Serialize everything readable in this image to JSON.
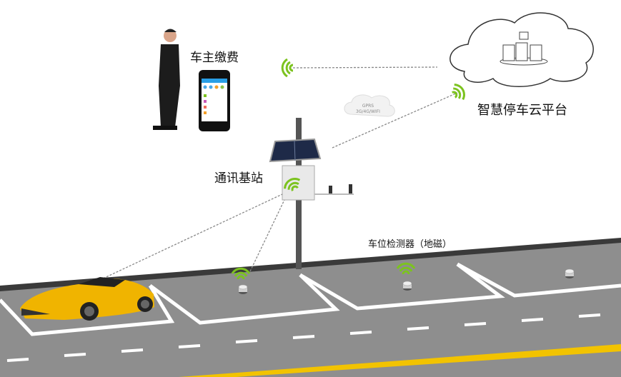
{
  "labels": {
    "owner_payment": "车主缴费",
    "cloud_platform": "智慧停车云平台",
    "base_station": "通讯基站",
    "detector": "车位检测器（地磁）",
    "network_line1": "GPRS",
    "network_line2": "3G/4G/WIFI"
  },
  "colors": {
    "road": "#8e8e8e",
    "road_edge": "#3a3a3a",
    "lane_line": "#ffffff",
    "yellow_line": "#f2c300",
    "signal": "#7cc31f",
    "car": "#f0b400",
    "link": "#888888"
  }
}
